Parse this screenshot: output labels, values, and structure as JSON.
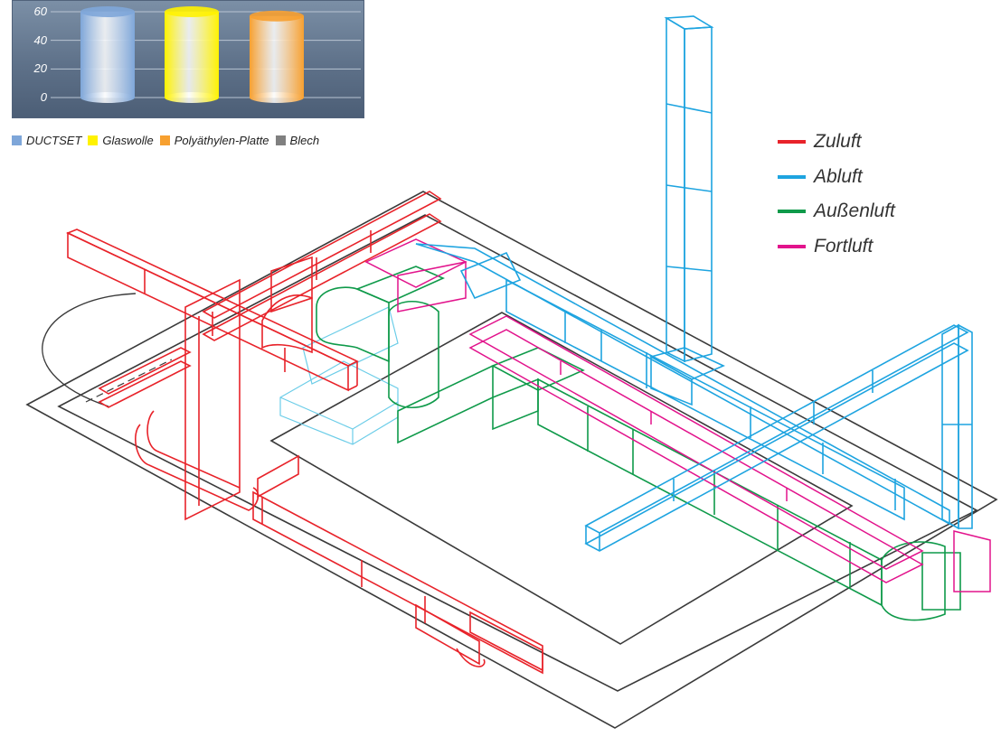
{
  "chart_data": {
    "type": "bar",
    "yticks": [
      "60",
      "40",
      "20",
      "0"
    ],
    "ylim": [
      0,
      60
    ],
    "series": [
      {
        "name": "DUCTSET",
        "value": 60,
        "color": "#7ea6d9"
      },
      {
        "name": "Glaswolle",
        "value": 60,
        "color": "#fff200"
      },
      {
        "name": "Polyäthylen-Platte",
        "value": 57,
        "color": "#f7a030"
      },
      {
        "name": "Blech",
        "value": null,
        "color": "#808080"
      }
    ],
    "legend_position": "bottom"
  },
  "airflow_legend": [
    {
      "label": "Zuluft",
      "color": "#e8232a"
    },
    {
      "label": "Abluft",
      "color": "#1ea4e0"
    },
    {
      "label": "Außenluft",
      "color": "#0f9a4a"
    },
    {
      "label": "Fortluft",
      "color": "#e2138c"
    }
  ],
  "colors": {
    "outline": "#3a3a3a",
    "supply": "#e8232a",
    "exhaust": "#1ea4e0",
    "outdoor": "#0f9a4a",
    "exhaust_out": "#e2138c",
    "unit": "#6ccde8"
  }
}
